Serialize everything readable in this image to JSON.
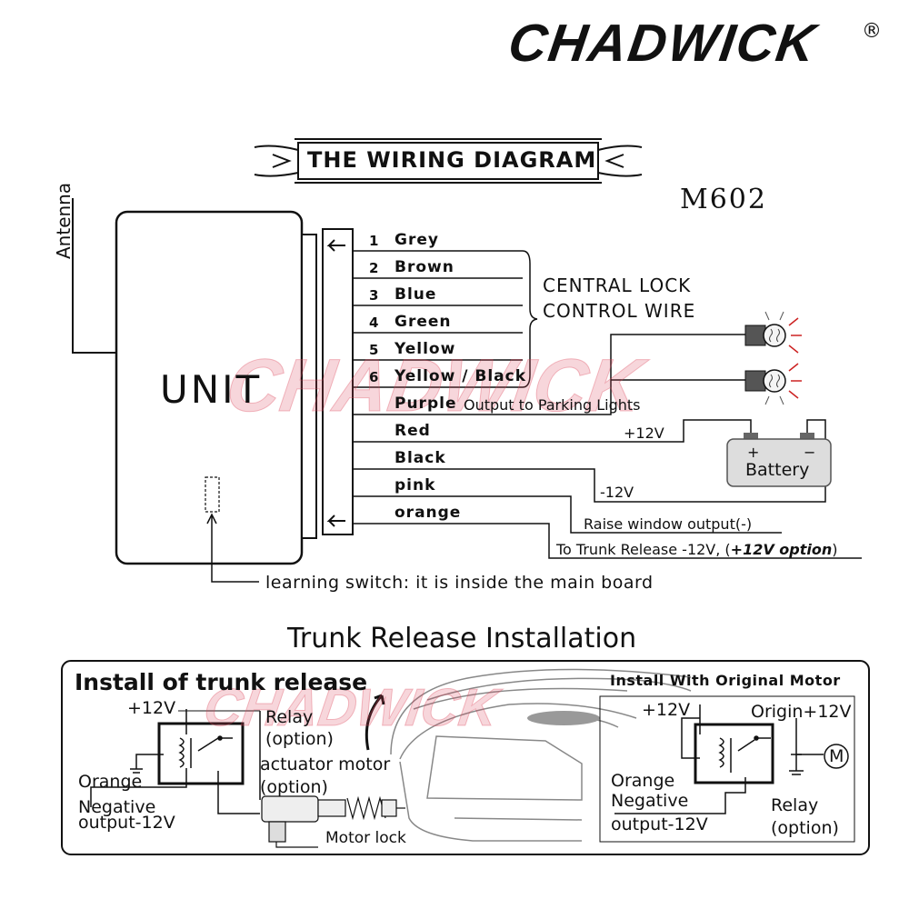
{
  "brand": {
    "name": "CHADWICK",
    "registered": "®"
  },
  "header": {
    "title": "THE WIRING DIAGRAM",
    "model": "M602"
  },
  "unit": {
    "label": "UNIT",
    "antenna": "Antenna"
  },
  "wires": [
    {
      "num": "1",
      "name": "Grey"
    },
    {
      "num": "2",
      "name": "Brown"
    },
    {
      "num": "3",
      "name": "Blue"
    },
    {
      "num": "4",
      "name": "Green"
    },
    {
      "num": "5",
      "name": "Yellow"
    },
    {
      "num": "6",
      "name": "Yellow / Black"
    },
    {
      "num": "",
      "name": "Purple"
    },
    {
      "num": "",
      "name": "Red"
    },
    {
      "num": "",
      "name": "Black"
    },
    {
      "num": "",
      "name": "pink"
    },
    {
      "num": "",
      "name": "orange"
    }
  ],
  "labels": {
    "central_lock_1": "CENTRAL LOCK",
    "central_lock_2": "CONTROL WIRE",
    "parking": "Output to Parking Lights",
    "plus12": "+12V",
    "minus12": "-12V",
    "battery": "Battery",
    "battery_plus": "+",
    "battery_minus": "−",
    "raise": "Raise window output(-)",
    "trunk_pre": "To Trunk Release -12V, (",
    "trunk_opt": "+12V option",
    "trunk_post": ")",
    "learning": "learning switch: it is  inside the main board"
  },
  "trunk": {
    "section_title": "Trunk Release Installation",
    "left_title": "Install of trunk release",
    "left_plus12": "+12V",
    "relay_1": "Relay",
    "relay_2": "(option)",
    "actuator_1": "actuator motor",
    "actuator_2": "(option)",
    "orange": "Orange",
    "negative": "Negative",
    "output": "output-12V",
    "motor_lock": "Motor lock",
    "right_title": "Install With Original Motor",
    "right_plus12": "+12V",
    "origin": "Origin+12V",
    "motor_symbol": "M",
    "r_orange": "Orange",
    "r_negative": "Negative",
    "r_output": "output-12V",
    "r_relay_1": "Relay",
    "r_relay_2": "(option)"
  }
}
